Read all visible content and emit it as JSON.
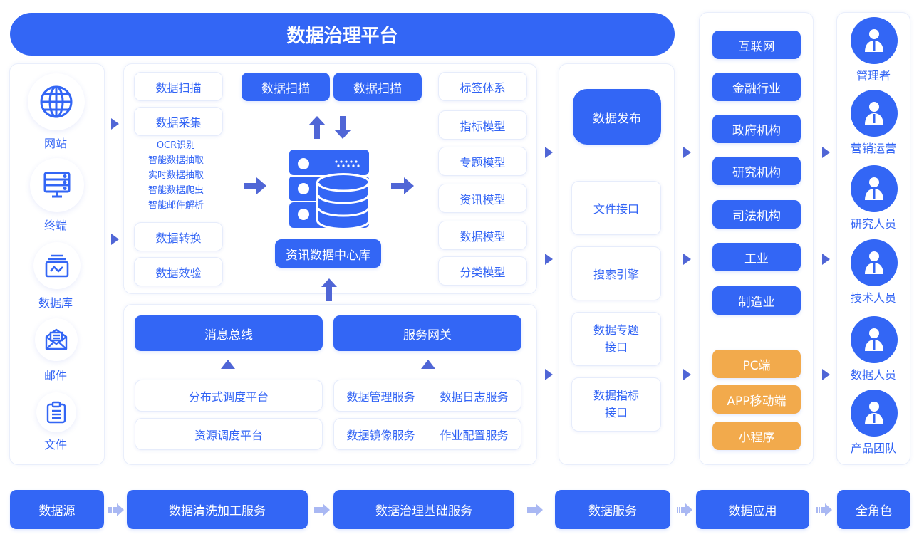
{
  "title": "数据治理平台",
  "colors": {
    "primary": "#3366f5",
    "accent_orange": "#f2aa4c",
    "arrow": "#5066d6",
    "text_blue": "#3264f5"
  },
  "sources": [
    {
      "label": "网站",
      "icon": "globe-icon"
    },
    {
      "label": "终端",
      "icon": "terminal-server-icon"
    },
    {
      "label": "数据库",
      "icon": "database-chart-icon"
    },
    {
      "label": "邮件",
      "icon": "mail-icon"
    },
    {
      "label": "文件",
      "icon": "clipboard-file-icon"
    }
  ],
  "collection": {
    "cards_top": [
      "数据扫描",
      "数据采集"
    ],
    "methods": [
      "OCR识别",
      "智能数据抽取",
      "实时数据抽取",
      "智能数据爬虫",
      "智能邮件解析"
    ],
    "cards_bottom": [
      "数据转换",
      "数据效验"
    ]
  },
  "center": {
    "top_buttons": [
      "数据扫描",
      "数据扫描"
    ],
    "hub_label": "资讯数据中心库"
  },
  "models": [
    "标签体系",
    "指标模型",
    "专题模型",
    "资讯模型",
    "数据模型",
    "分类模型"
  ],
  "infra": {
    "bus": "消息总线",
    "gateway": "服务网关",
    "scheduling": [
      "分布式调度平台",
      "资源调度平台"
    ],
    "services": [
      "数据管理服务",
      "数据日志服务",
      "数据镜像服务",
      "作业配置服务"
    ]
  },
  "publish": {
    "main": "数据发布",
    "interfaces": [
      "文件接口",
      "搜索引擎",
      "数据专题\n接口",
      "数据指标\n接口"
    ]
  },
  "industries": [
    "互联网",
    "金融行业",
    "政府机构",
    "研究机构",
    "司法机构",
    "工业",
    "制造业"
  ],
  "channels": [
    "PC端",
    "APP移动端",
    "小程序"
  ],
  "roles": [
    "管理者",
    "营销运营",
    "研究人员",
    "技术人员",
    "数据人员",
    "产品团队"
  ],
  "pipeline": [
    "数据源",
    "数据清洗加工服务",
    "数据治理基础服务",
    "数据服务",
    "数据应用",
    "全角色"
  ]
}
